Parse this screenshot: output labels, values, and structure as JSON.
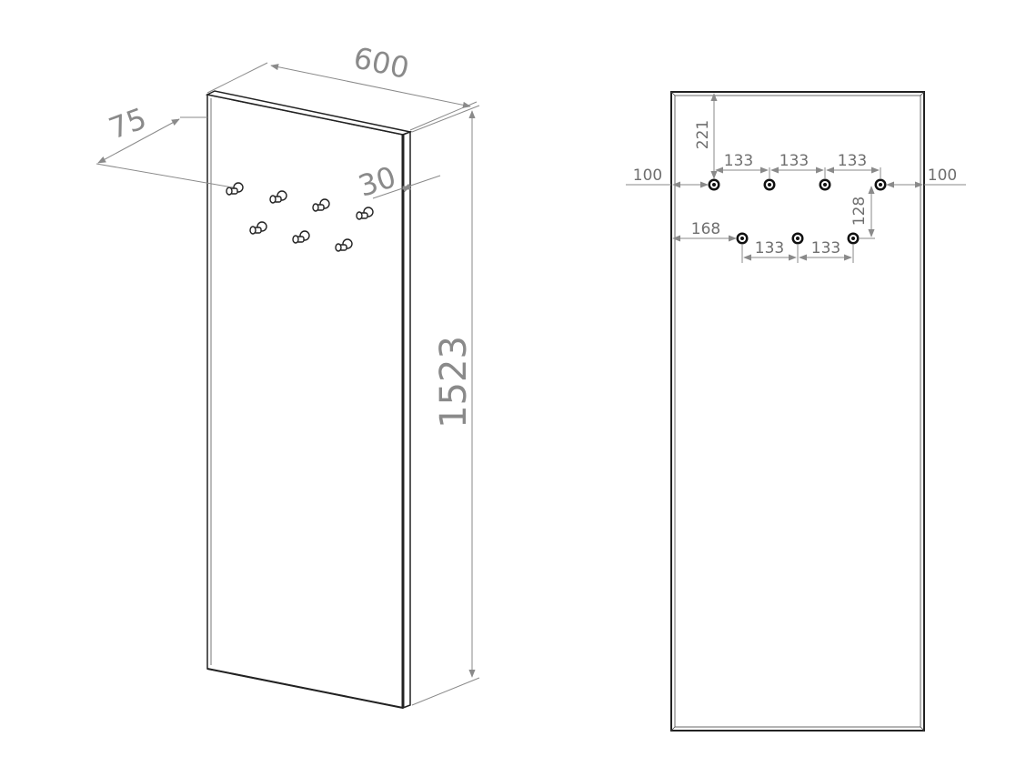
{
  "left_view": {
    "dim_width": "600",
    "dim_height": "1523",
    "dim_depth": "30",
    "dim_hook_projection": "75"
  },
  "right_view": {
    "dim_top_offset": "221",
    "dim_left_margin": "100",
    "dim_right_margin": "100",
    "dim_spacing_top_1": "133",
    "dim_spacing_top_2": "133",
    "dim_spacing_top_3": "133",
    "dim_row_gap": "128",
    "dim_lower_left_offset": "168",
    "dim_spacing_bottom_1": "133",
    "dim_spacing_bottom_2": "133"
  }
}
